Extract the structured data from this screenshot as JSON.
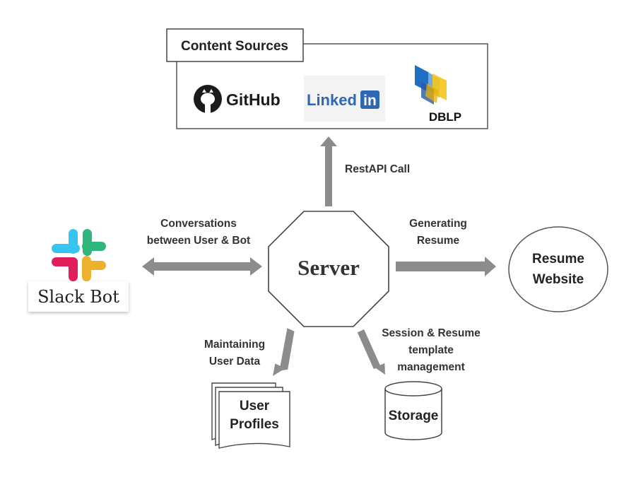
{
  "content_sources": {
    "title": "Content Sources",
    "github": "GitHub",
    "linkedin_part1": "Linked",
    "linkedin_part2": "in",
    "dblp": "DBLP"
  },
  "server": {
    "label": "Server"
  },
  "slack": {
    "label": "Slack Bot"
  },
  "resume_website": {
    "line1": "Resume",
    "line2": "Website"
  },
  "user_profiles": {
    "line1": "User",
    "line2": "Profiles"
  },
  "storage": {
    "label": "Storage"
  },
  "edges": {
    "restapi": "RestAPI Call",
    "conversations_line1": "Conversations",
    "conversations_line2": "between User & Bot",
    "generating_line1": "Generating",
    "generating_line2": "Resume",
    "maintaining_line1": "Maintaining",
    "maintaining_line2": "User Data",
    "session_line1": "Session & Resume",
    "session_line2": "template",
    "session_line3": "management"
  },
  "colors": {
    "arrow": "#8c8c8c",
    "outline": "#555555",
    "linkedin_blue": "#2e67b2",
    "slack_blue": "#36c5f0",
    "slack_green": "#2eb67d",
    "slack_red": "#e01e5a",
    "slack_yellow": "#ecb22e",
    "dblp_blue": "#1f6fc4",
    "dblp_yellow": "#f5c518"
  }
}
